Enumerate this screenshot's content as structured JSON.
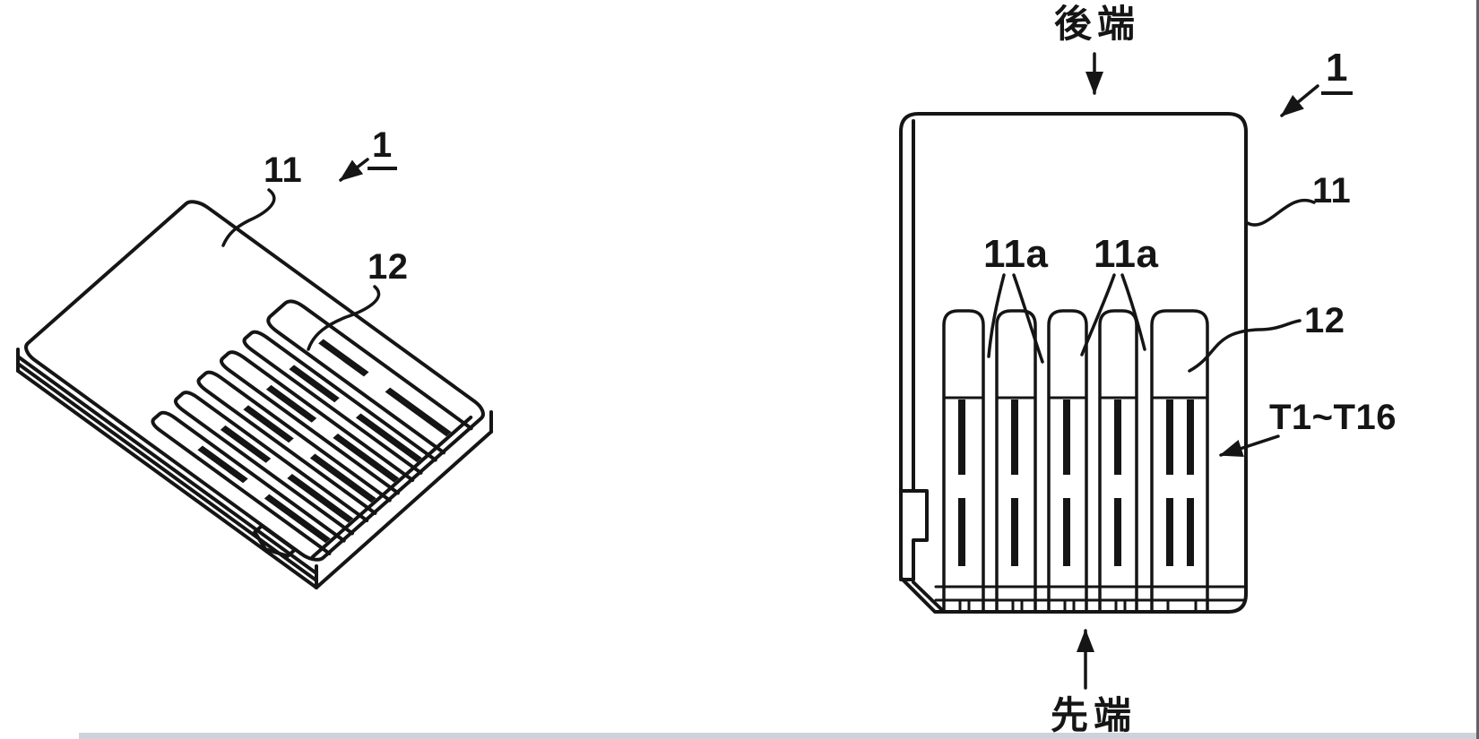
{
  "diagram": {
    "type": "patent-figure",
    "background": "#ffffff",
    "ink_color": "#151515",
    "scan_bar_color": "#ccd3da",
    "edge_line_color": "#5f6368",
    "left_view": {
      "description": "perspective view of memory card underside with terminal slots",
      "refs": {
        "card": "1",
        "body": "11",
        "slot": "12"
      }
    },
    "right_view": {
      "description": "bottom plan view of memory card with five slots and terminals",
      "rear_label": "後端",
      "front_label": "先端",
      "refs": {
        "card": "1",
        "body": "11",
        "groove_a": "11a",
        "groove_b": "11a",
        "slot": "12",
        "terminals": "T1~T16"
      }
    }
  }
}
